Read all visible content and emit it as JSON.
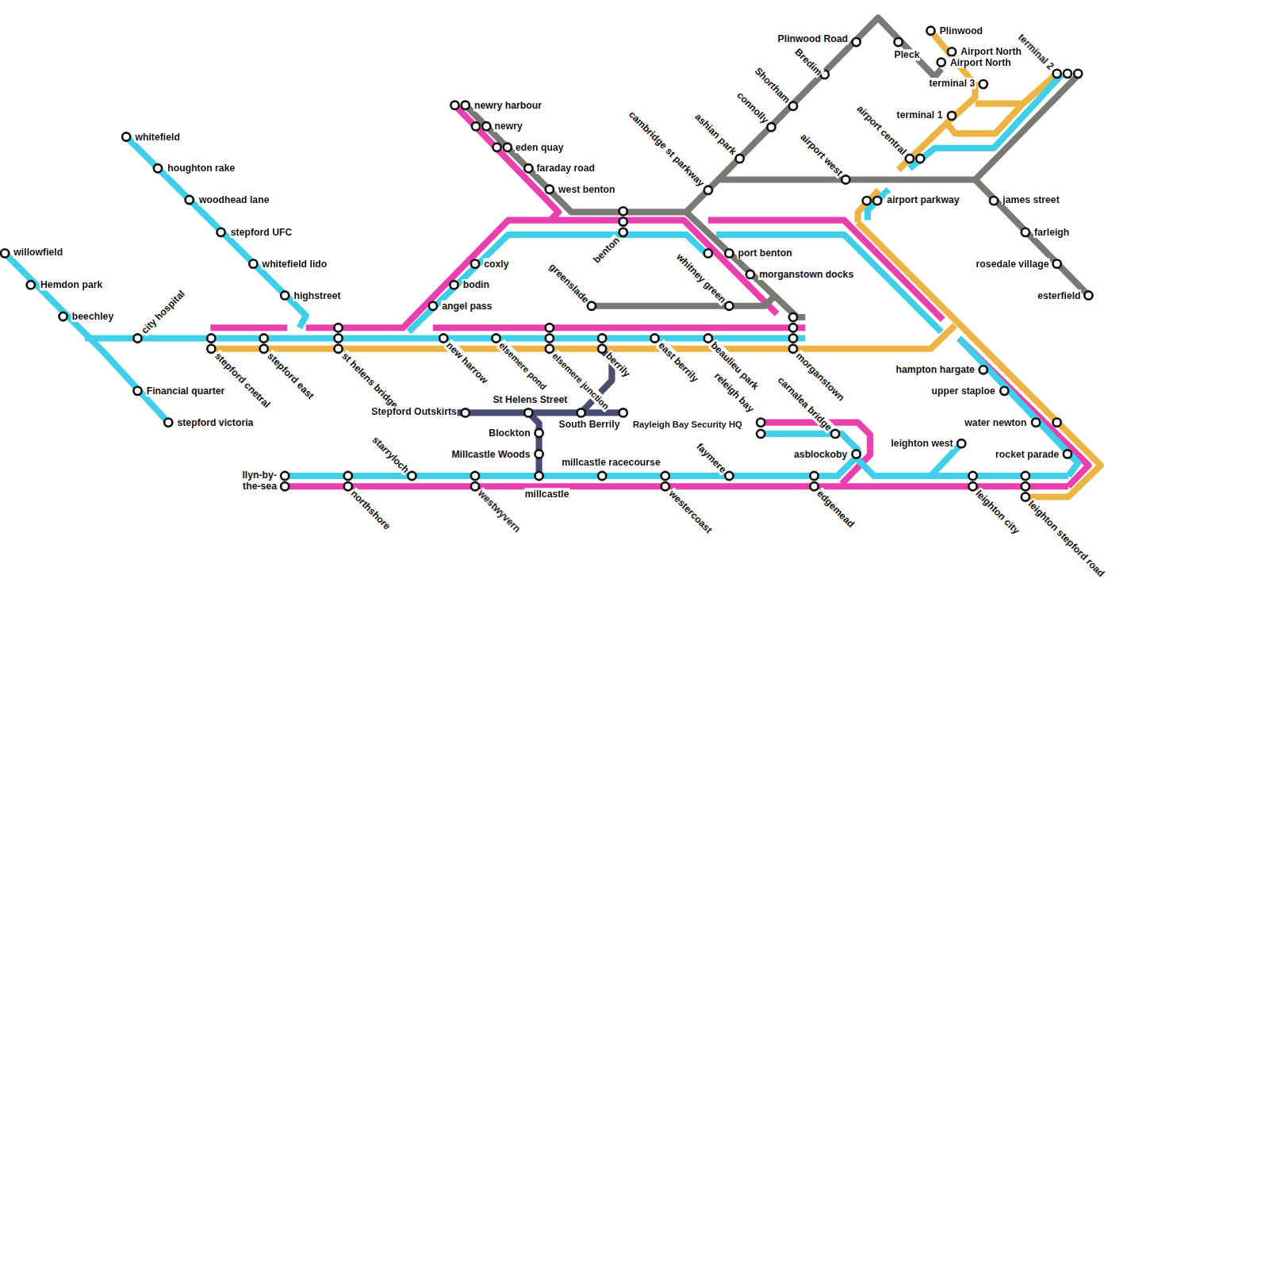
{
  "diagram": {
    "labels": [
      "whitefield",
      "houghton rake",
      "woodhead lane",
      "stepford UFC",
      "whitefield lido",
      "highstreet",
      "willowfield",
      "Hemdon park",
      "beechley",
      "city hospital",
      "Financial quarter",
      "stepford victoria",
      "stepford cnetral",
      "stepford east",
      "st helens bridge",
      "newry harbour",
      "newry",
      "eden quay",
      "faraday road",
      "west benton",
      "benton",
      "coxly",
      "bodin",
      "angel pass",
      "new harrow",
      "elsemere pond",
      "elsemere junction",
      "berrily",
      "east berrily",
      "beaulieu park",
      "morganstown",
      "greenslade",
      "whitney green",
      "port benton",
      "morganstown docks",
      "cambridge st parkway",
      "ashian park",
      "connolly",
      "Shortham",
      "Bredim",
      "Plinwood Road",
      "Pleck",
      "Plinwood",
      "Airport North",
      "Airport North",
      "terminal 3",
      "terminal 1",
      "terminal 2",
      "airport central",
      "airport west",
      "airport parkway",
      "james street",
      "farleigh",
      "rosedale village",
      "esterfield",
      "hampton hargate",
      "upper staploe",
      "water newton",
      "leighton west",
      "rocket parade",
      "leighton city",
      "leighton stepford road",
      "St Helens Street",
      "Stepford Outskirts",
      "South Berrily",
      "Rayleigh Bay Security HQ",
      "Blockton",
      "Millcastle Woods",
      "millcastle racecourse",
      "millcastle",
      "releigh bay",
      "carnalea bridge",
      "asblockoby",
      "faymere",
      "starryloch",
      "llyn-by- the-sea",
      "northshore",
      "westwyvern",
      "westercoast",
      "edgemead"
    ]
  }
}
